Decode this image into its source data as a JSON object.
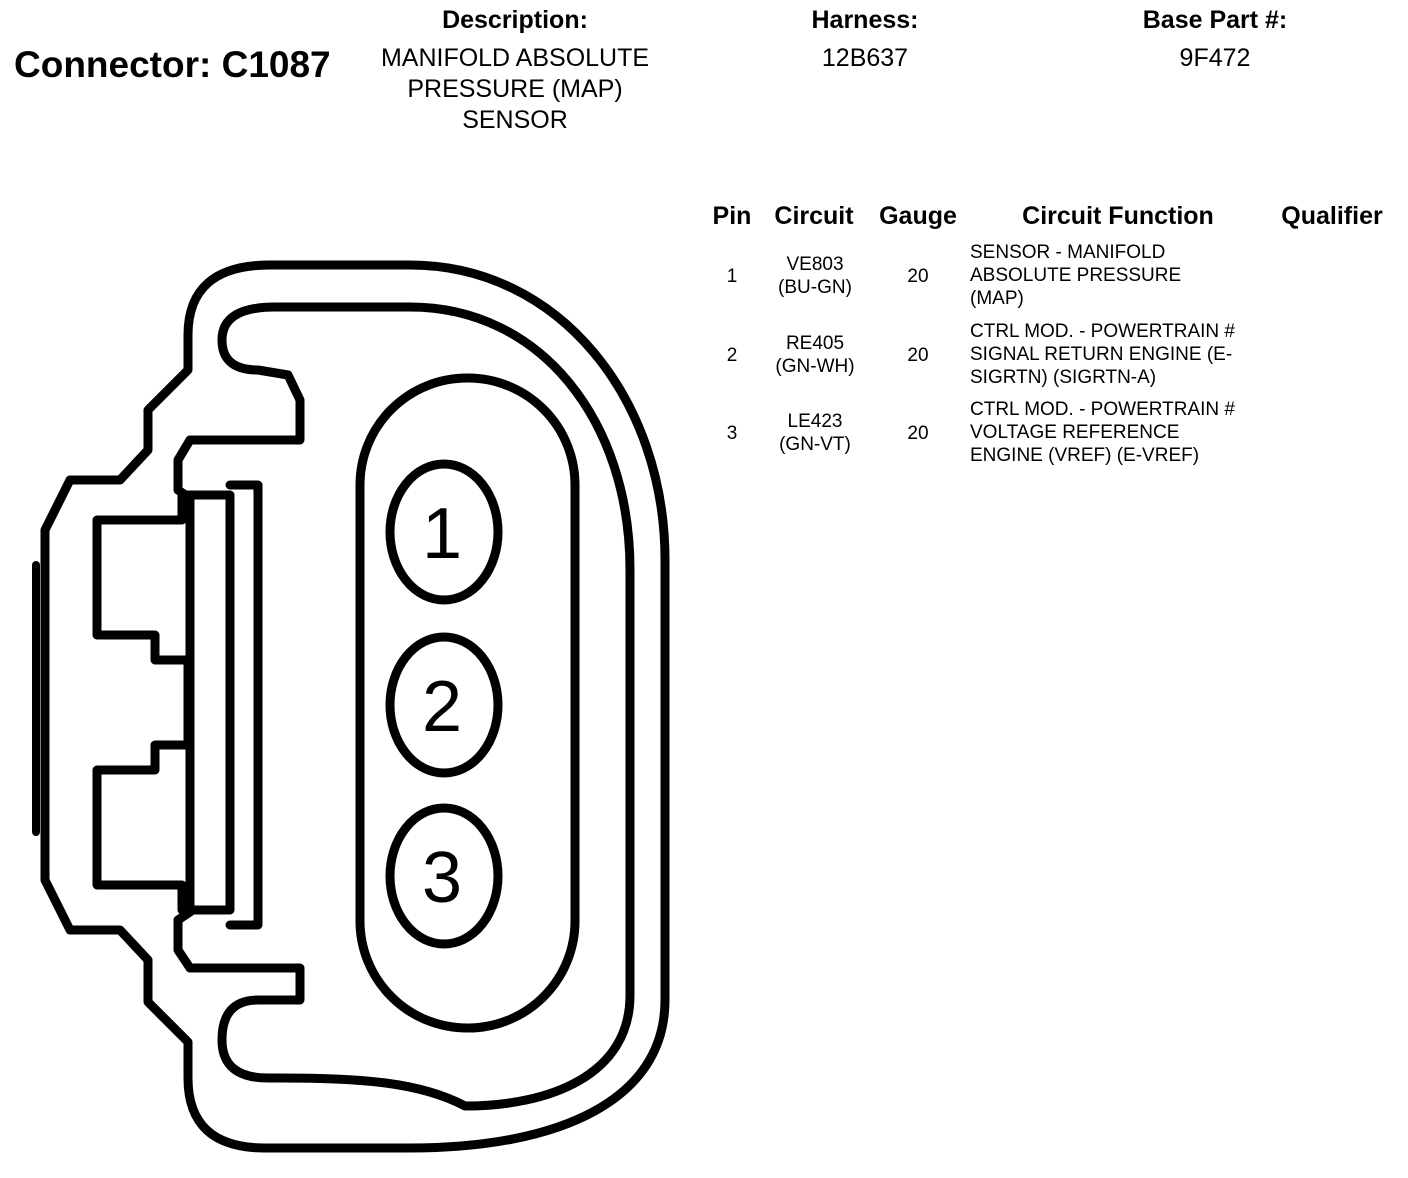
{
  "connector": {
    "label": "Connector: C1087"
  },
  "description": {
    "header": "Description:",
    "lines": [
      "MANIFOLD ABSOLUTE",
      "PRESSURE (MAP)",
      "SENSOR"
    ]
  },
  "harness": {
    "header": "Harness:",
    "value": "12B637"
  },
  "base_part": {
    "header": "Base Part #:",
    "value": "9F472"
  },
  "table": {
    "headers": {
      "pin": "Pin",
      "circuit": "Circuit",
      "gauge": "Gauge",
      "function": "Circuit Function",
      "qualifier": "Qualifier"
    },
    "rows": [
      {
        "pin": "1",
        "circuit": [
          "VE803",
          "(BU-GN)"
        ],
        "gauge": "20",
        "function": [
          "SENSOR - MANIFOLD",
          "ABSOLUTE PRESSURE",
          "(MAP)"
        ],
        "qualifier": ""
      },
      {
        "pin": "2",
        "circuit": [
          "RE405",
          "(GN-WH)"
        ],
        "gauge": "20",
        "function": [
          "CTRL MOD. - POWERTRAIN #",
          "SIGNAL RETURN ENGINE (E-",
          "SIGRTN) (SIGRTN-A)"
        ],
        "qualifier": ""
      },
      {
        "pin": "3",
        "circuit": [
          "LE423",
          "(GN-VT)"
        ],
        "gauge": "20",
        "function": [
          "CTRL MOD. - POWERTRAIN #",
          "VOLTAGE REFERENCE",
          "ENGINE (VREF) (E-VREF)"
        ],
        "qualifier": ""
      }
    ]
  },
  "diagram": {
    "pin_labels": [
      "1",
      "2",
      "3"
    ]
  }
}
